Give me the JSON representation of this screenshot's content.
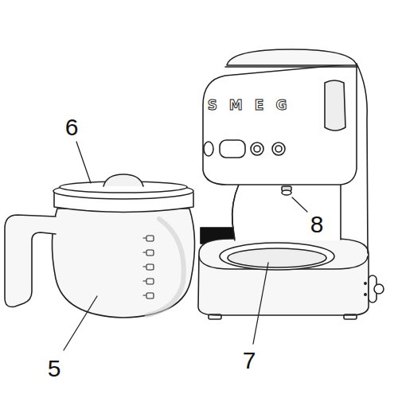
{
  "diagram": {
    "labels": [
      "6",
      "5",
      "8",
      "7",
      "SMEG"
    ]
  }
}
